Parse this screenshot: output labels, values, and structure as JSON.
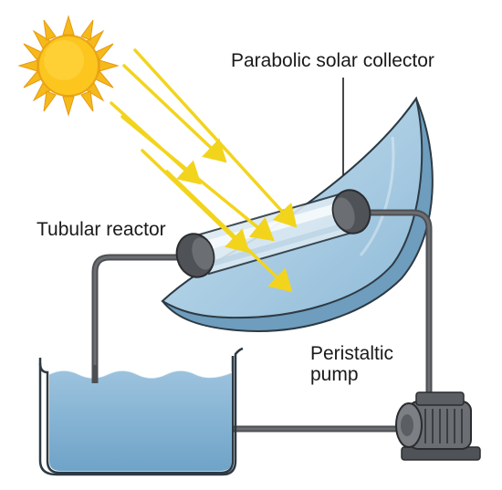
{
  "labels": {
    "collector": "Parabolic solar collector",
    "reactor": "Tubular reactor",
    "pump_line1": "Peristaltic",
    "pump_line2": "pump"
  },
  "colors": {
    "sun": "#f8c51c",
    "sun_core": "#ffd93a",
    "rays": "#f2d41d",
    "collector_face": "#a9cfe6",
    "collector_edge": "#5a8fae",
    "tubing": "#4d4f52",
    "water": "#7fb0d1",
    "pump_body": "#6b6e72",
    "outline": "#2d3a44"
  },
  "icons": [
    "sun-icon",
    "solar-ray-arrows",
    "parabolic-dish",
    "tubular-reactor-tube",
    "beaker",
    "peristaltic-pump"
  ]
}
